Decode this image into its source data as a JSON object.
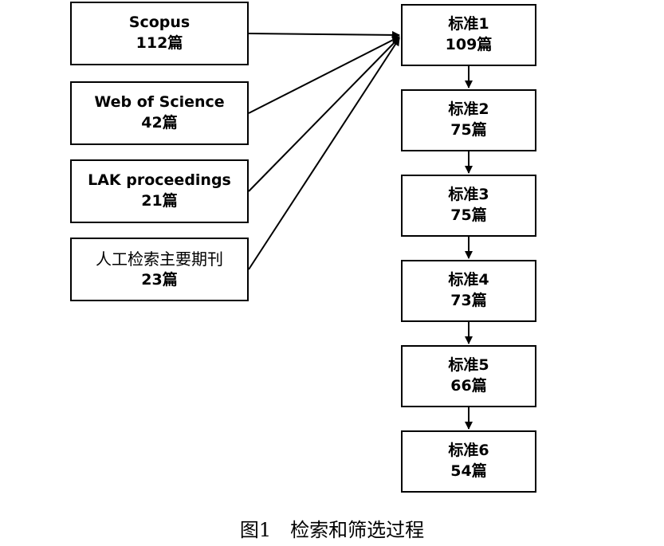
{
  "sources": [
    {
      "name": "Scopus",
      "count": "112篇"
    },
    {
      "name": "Web of Science",
      "count": "42篇"
    },
    {
      "name": "LAK proceedings",
      "count": "21篇"
    },
    {
      "name": "人工检索主要期刊",
      "count": "23篇"
    }
  ],
  "stages": [
    {
      "name": "标准1",
      "count": "109篇"
    },
    {
      "name": "标准2",
      "count": "75篇"
    },
    {
      "name": "标准3",
      "count": "75篇"
    },
    {
      "name": "标准4",
      "count": "73篇"
    },
    {
      "name": "标准5",
      "count": "66篇"
    },
    {
      "name": "标准6",
      "count": "54篇"
    }
  ],
  "caption": {
    "label": "图1",
    "title": "检索和筛选过程"
  },
  "colors": {
    "stroke": "#000000",
    "background": "#ffffff"
  }
}
